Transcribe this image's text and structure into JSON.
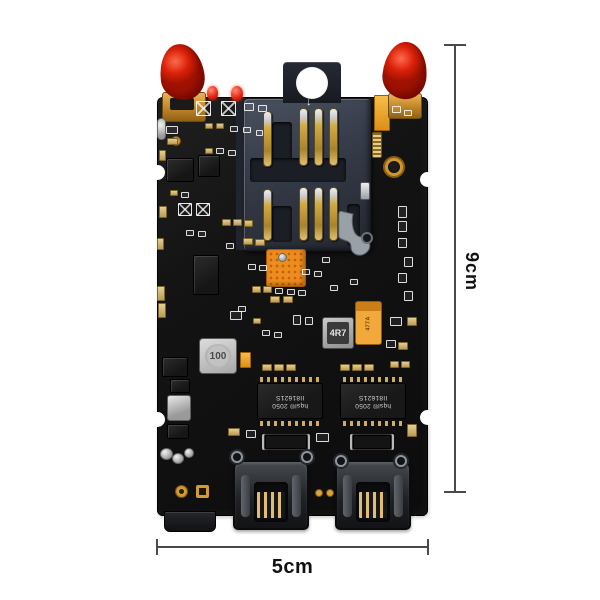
{
  "dimensions": {
    "height_label": "9cm",
    "width_label": "5cm"
  },
  "sim": {
    "arrow": "↓"
  },
  "markings": {
    "power_inductor": "4R7",
    "shield_inductor": "100",
    "tantalum_capacitor": "477A",
    "transformer_line1": "hqsl® 2050",
    "transformer_line2": "II81621S"
  },
  "colors": {
    "background": "#ffffff",
    "board": "#131313",
    "sim_holder": "#363c49",
    "antenna_cap": "#d92008",
    "sma_gold": "#c98e2d",
    "module_orange": "#ef8c1e",
    "tantalum_orange": "#f2a93b",
    "dimension_line": "#4a4a4a",
    "label_text": "#111111"
  }
}
